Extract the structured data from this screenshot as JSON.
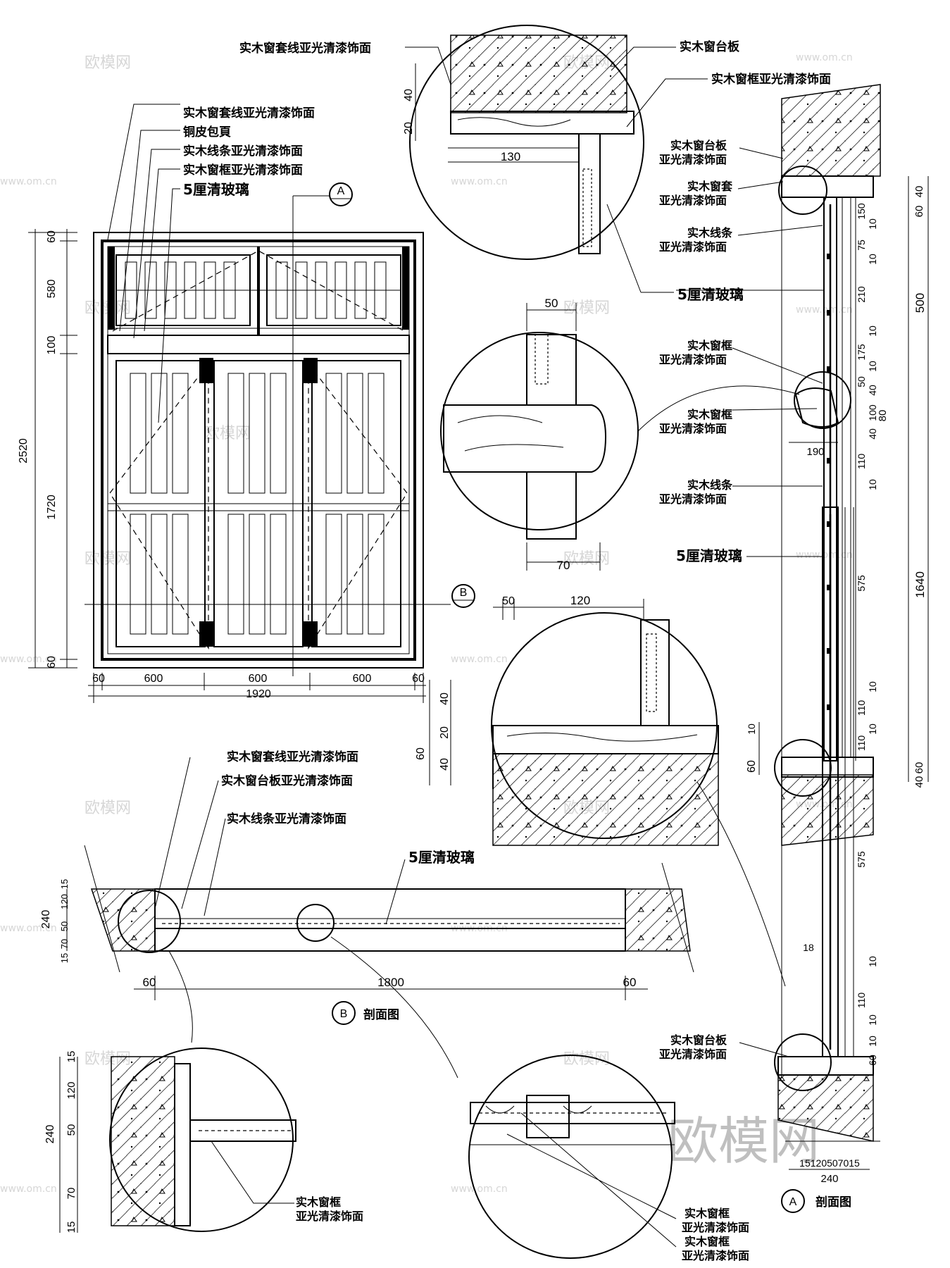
{
  "watermark": {
    "brand": "欧模网",
    "url": "www.om.cn"
  },
  "labels": {
    "architrave": "实木窗套线亚光清漆饰面",
    "copper": "铜皮包頁",
    "molding": "实木线条亚光清漆饰面",
    "frame": "实木窗框亚光清漆饰面",
    "glass": "5厘清玻璃",
    "sill": "实木窗台板",
    "frame_b": "实木窗框亚光清漆饰面",
    "sill_finish": "实木窗台板亚光清漆饰面",
    "sill_l1": "实木窗台板",
    "sill_l2": "亚光清漆饰面",
    "casing_l1": "实木窗套",
    "casing_l2": "亚光清漆饰面",
    "molding_l1": "实木线条",
    "molding_l2": "亚光清漆饰面",
    "frame_l1": "实木窗框",
    "frame_l2": "亚光清漆饰面"
  },
  "markers": {
    "a": "A",
    "b": "B",
    "section_b_title": "剖面图",
    "section_a_title": "剖面图"
  },
  "dims": {
    "elev_left": [
      "60",
      "580",
      "100",
      "2520",
      "1720",
      "60"
    ],
    "elev_bottom": [
      "60",
      "600",
      "600",
      "600",
      "60",
      "1920"
    ],
    "detail_top": [
      "40",
      "20",
      "130"
    ],
    "detail_mid": [
      "50",
      "70"
    ],
    "detail_sill": [
      "50",
      "120",
      "40",
      "20",
      "60",
      "40",
      "60",
      "10"
    ],
    "plan": [
      "240",
      "15",
      "120",
      "50",
      "70",
      "15",
      "60",
      "1800",
      "60"
    ],
    "plan_detail": [
      "15",
      "120",
      "240",
      "50",
      "70",
      "15"
    ],
    "sect_right": [
      "40",
      "60",
      "500",
      "80",
      "1640",
      "60",
      "40"
    ],
    "sect_inner": [
      "150",
      "10",
      "75",
      "10",
      "210",
      "10",
      "175",
      "10",
      "50",
      "40",
      "100",
      "40",
      "110",
      "10",
      "575",
      "110",
      "10",
      "110",
      "10",
      "575",
      "10",
      "110",
      "10",
      "18",
      "10",
      "60"
    ],
    "sect_base": "190",
    "sect_bottom": "15120507015",
    "sect_total": "240"
  }
}
